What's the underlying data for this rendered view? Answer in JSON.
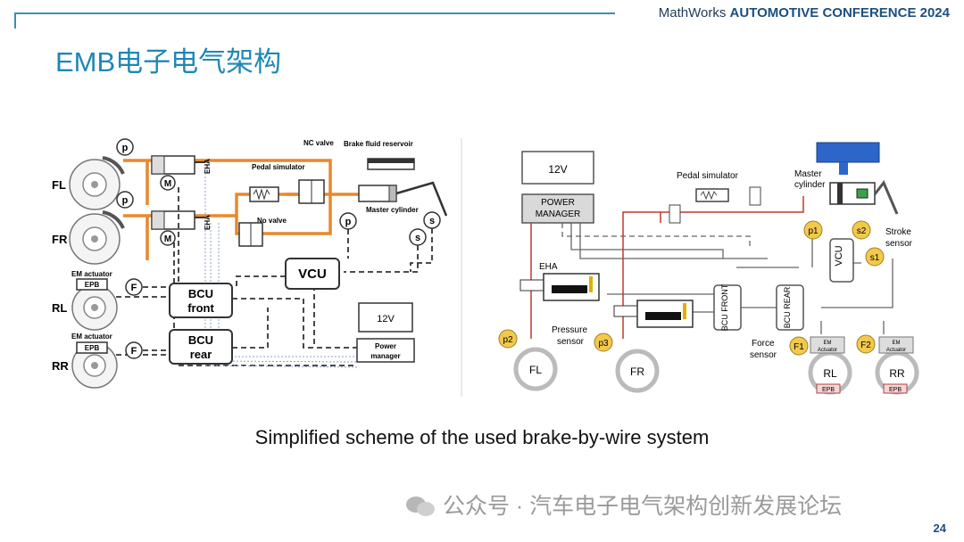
{
  "header": {
    "brand": "MathWorks",
    "conference": "AUTOMOTIVE CONFERENCE 2024"
  },
  "title": "EMB电子电气架构",
  "caption": "Simplified scheme of the used brake-by-wire system",
  "watermark": "公众号 · 汽车电子电气架构创新发展论坛",
  "page_number": "24",
  "left_diagram": {
    "wheels": [
      "FL",
      "FR",
      "RL",
      "RR"
    ],
    "eha": "EHA",
    "pedal_simulator": "Pedal simulator",
    "nc_valve": "NC valve",
    "no_valve": "No valve",
    "brake_fluid_reservoir": "Brake fluid reservoir",
    "master_cylinder": "Master cylinder",
    "em_actuator": "EM actuator",
    "epb": "EPB",
    "vcu": "VCU",
    "bcu_front": "BCU front",
    "bcu_rear": "BCU rear",
    "battery": "12V",
    "power_manager": "Power manager",
    "p": "p",
    "s": "s",
    "f": "F",
    "m": "M"
  },
  "right_diagram": {
    "battery": "12V",
    "power_manager": "POWER MANAGER",
    "pedal_simulator": "Pedal simulator",
    "master_cylinder": "Master cylinder",
    "eha": "EHA",
    "pressure_sensor": "Pressure sensor",
    "force_sensor": "Force sensor",
    "stroke_sensor": "Stroke sensor",
    "vcu": "VCU",
    "bcu_front": "BCU FRONT",
    "bcu_rear": "BCU REAR",
    "em_actuator": "EM Actuator",
    "epb": "EPB",
    "wheels": [
      "FL",
      "FR",
      "RL",
      "RR"
    ],
    "sensors": [
      "p1",
      "p2",
      "p3",
      "s1",
      "s2",
      "F1",
      "F2"
    ]
  }
}
